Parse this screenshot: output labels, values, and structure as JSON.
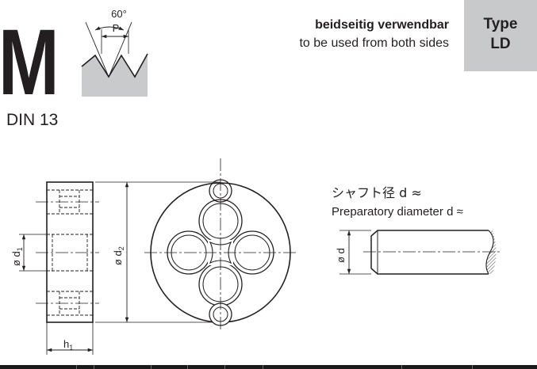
{
  "header": {
    "profile_letter": "M",
    "standard": "DIN 13",
    "angle_label": "60°",
    "pitch_label": "P",
    "german_note": "beidseitig verwendbar",
    "english_note": "to be used from both sides",
    "type_label": "Type",
    "type_code": "LD"
  },
  "drawing": {
    "side_view_inner_label": "ø d",
    "side_view_inner_sub": "1",
    "front_view_outer_label": "ø d",
    "front_view_outer_sub": "2",
    "thickness_label": "h",
    "thickness_sub": "1",
    "shaft_title_jp": "シャフト径 d ≈",
    "shaft_title_en": "Preparatory diameter d ≈",
    "shaft_dim_label": "ø d"
  },
  "colors": {
    "text": "#231f20",
    "type_box": "#c8c9cb",
    "thread_fill": "#c8cacc",
    "bottom_bar": "#1a1a1a"
  }
}
